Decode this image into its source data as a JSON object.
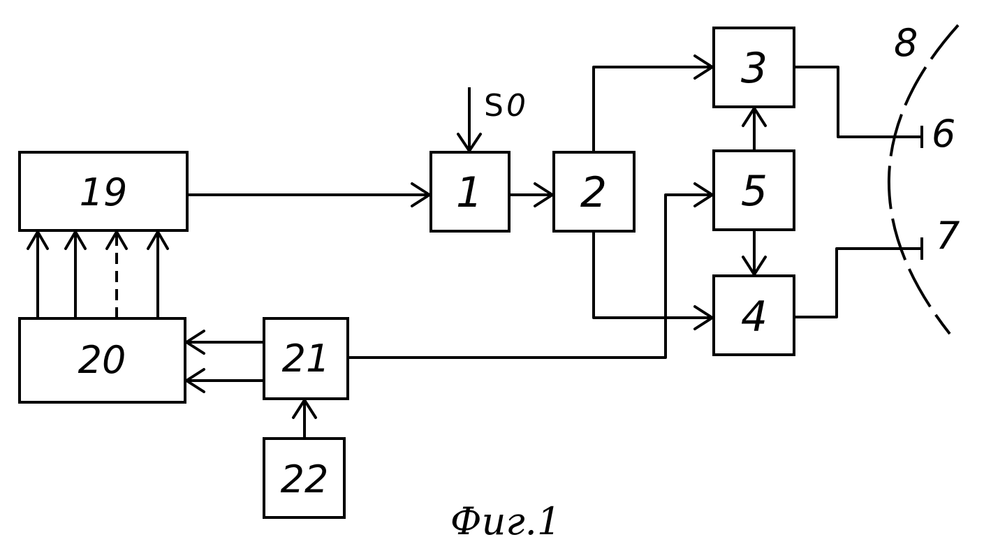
{
  "diagram": {
    "blocks": {
      "b1": "1",
      "b2": "2",
      "b3": "3",
      "b4": "4",
      "b5": "5",
      "b19": "19",
      "b20": "20",
      "b21": "21",
      "b22": "22"
    },
    "input_signal": {
      "main": "S",
      "subscript": "0"
    },
    "terminal_6": "6",
    "terminal_7": "7",
    "boundary_8": "8",
    "caption": "Фиг.1"
  }
}
